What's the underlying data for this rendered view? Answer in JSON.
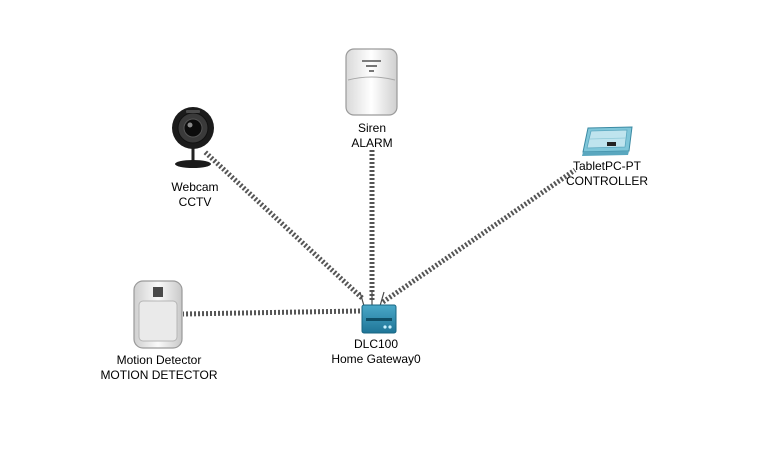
{
  "gateway": {
    "model": "DLC100",
    "name": "Home Gateway0",
    "icon": "home-gateway-icon",
    "color": "#2f8fb1"
  },
  "devices": [
    {
      "id": "siren",
      "type": "Siren",
      "name": "ALARM",
      "icon": "siren-icon"
    },
    {
      "id": "tablet",
      "type": "TabletPC-PT",
      "name": "CONTROLLER",
      "icon": "tablet-icon"
    },
    {
      "id": "webcam",
      "type": "Webcam",
      "name": "CCTV",
      "icon": "webcam-icon"
    },
    {
      "id": "motion",
      "type": "Motion Detector",
      "name": "MOTION DETECTOR",
      "icon": "motion-sensor-icon"
    }
  ],
  "link_style": {
    "type": "wireless",
    "color": "#555555"
  }
}
